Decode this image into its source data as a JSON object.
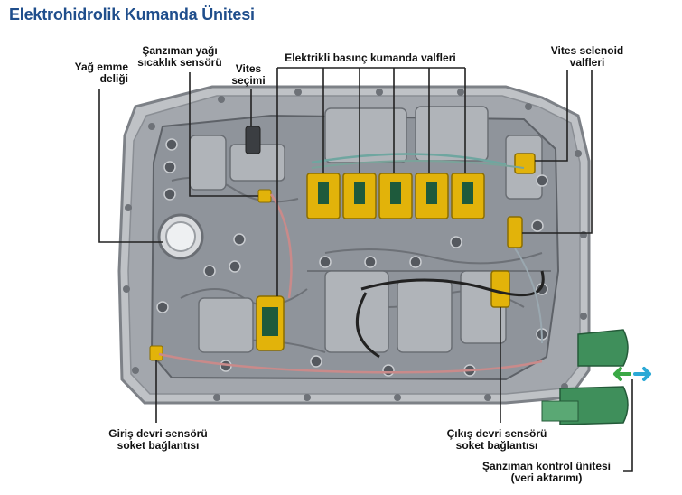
{
  "title": "Elektrohidrolik Kumanda Ünitesi",
  "labels": {
    "oil_suction": [
      "Yağ emme",
      "deliği"
    ],
    "oil_temp_sensor": [
      "Şanzıman yağı",
      "sıcaklık sensörü"
    ],
    "gear_selection": [
      "Vites",
      "seçimi"
    ],
    "pressure_valves": [
      "Elektrikli basınç kumanda valfleri"
    ],
    "gear_solenoids": [
      "Vites selenoid",
      "valfleri"
    ],
    "input_speed_sensor": [
      "Giriş devri sensörü",
      "soket bağlantısı"
    ],
    "output_speed_sensor": [
      "Çıkış devri sensörü",
      "soket bağlantısı"
    ],
    "tcu": [
      "Şanzıman kontrol ünitesi",
      "(veri aktarımı)"
    ]
  },
  "colors": {
    "title": "#1f4e8c",
    "leader_line": "#222222",
    "arrow_green": "#3aa845",
    "arrow_cyan": "#2ba9d6",
    "solenoid_yellow": "#e2b30a",
    "connector_green": "#3f8f5b"
  }
}
